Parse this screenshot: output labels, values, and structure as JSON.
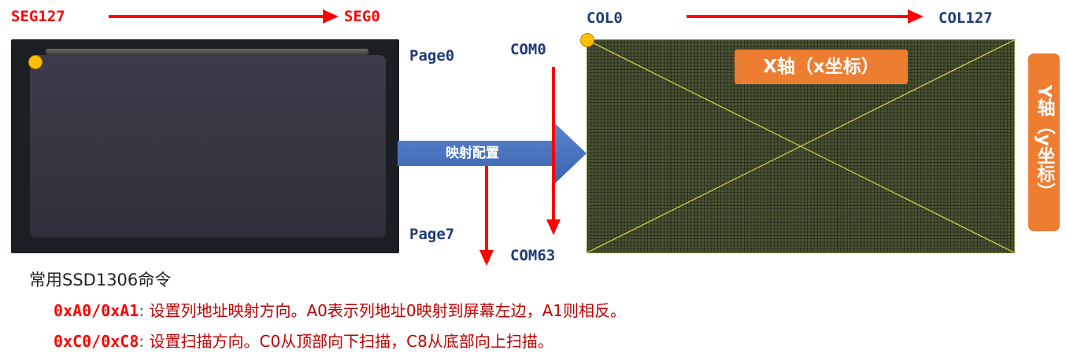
{
  "oled": {
    "seg_left": "SEG127",
    "seg_right": "SEG0",
    "page_top": "Page0",
    "page_bottom": "Page7"
  },
  "mapping": {
    "label": "映射配置"
  },
  "grid": {
    "com_top": "COM0",
    "com_bottom": "COM63",
    "col_left": "COL0",
    "col_right": "COL127",
    "x_axis": "X轴（x坐标）",
    "y_axis": "Y轴（y坐标）"
  },
  "commands": {
    "title": "常用SSD1306命令",
    "items": [
      {
        "key": "0xA0/0xA1",
        "sep": ": ",
        "desc": "设置列地址映射方向。A0表示列地址0映射到屏幕左边，A1则相反。"
      },
      {
        "key": "0xC0/0xC8",
        "sep": ": ",
        "desc": "设置扫描方向。C0从顶部向下扫描，C8从底部向上扫描。"
      }
    ]
  },
  "colors": {
    "arrow_red": "#ff0000",
    "label_blue": "#1f3a78",
    "axis_orange": "#ed7d31",
    "origin_dot": "#ffc000",
    "mapping_blue": "#4472c4"
  }
}
